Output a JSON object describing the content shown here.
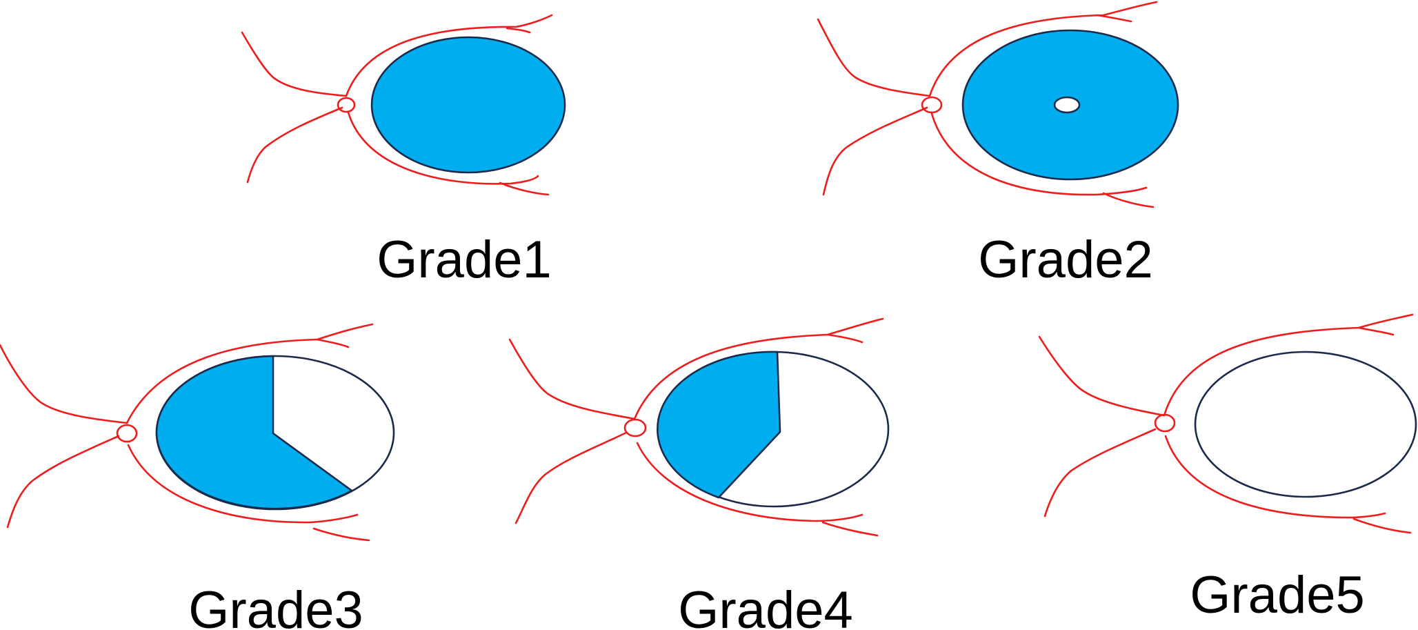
{
  "colors": {
    "vessel": "#ee1c1c",
    "disc_fill": "#00aeef",
    "disc_outline": "#1b2a4a",
    "background": "#ffffff"
  },
  "grades": [
    {
      "label": "Grade1",
      "filled_fraction": 1.0,
      "center_hole": false
    },
    {
      "label": "Grade2",
      "filled_fraction": 1.0,
      "center_hole": true
    },
    {
      "label": "Grade3",
      "filled_fraction": 0.62,
      "center_hole": false
    },
    {
      "label": "Grade4",
      "filled_fraction": 0.4,
      "center_hole": false
    },
    {
      "label": "Grade5",
      "filled_fraction": 0.0,
      "center_hole": false
    }
  ]
}
